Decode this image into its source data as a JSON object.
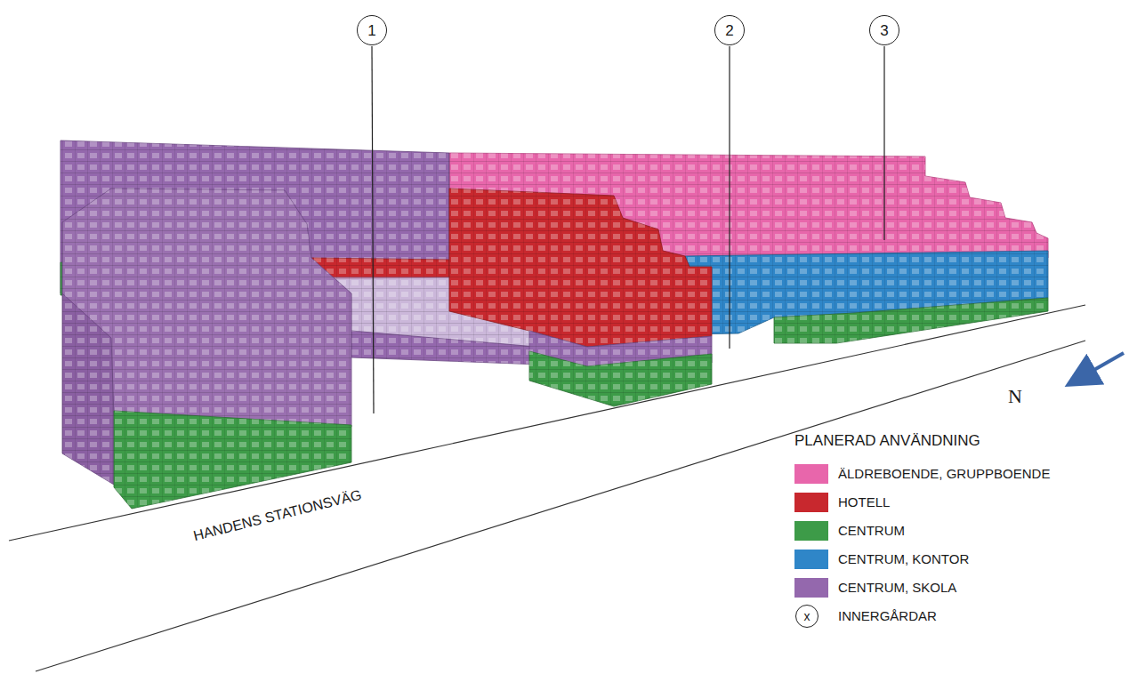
{
  "diagram": {
    "nodes": [
      {
        "text": [
          "1"
        ]
      },
      {
        "text": [
          "2"
        ]
      },
      {
        "text": [
          "3"
        ]
      }
    ],
    "labels": [
      "HANDENS STATIONSVÄG",
      "N",
      "PLANERAD ANVÄNDNING",
      "x"
    ],
    "legend": [
      {
        "text": "ÄLDREBOENDE, GRUPPBOENDE",
        "color": "#e866ab"
      },
      {
        "text": "HOTELL",
        "color": "#c8282e"
      },
      {
        "text": "CENTRUM",
        "color": "#3d9b48"
      },
      {
        "text": "CENTRUM, KONTOR",
        "color": "#2f86c8"
      },
      {
        "text": "CENTRUM, SKOLA",
        "color": "#9468ad"
      },
      {
        "text": "INNERGÅRDAR"
      }
    ]
  }
}
